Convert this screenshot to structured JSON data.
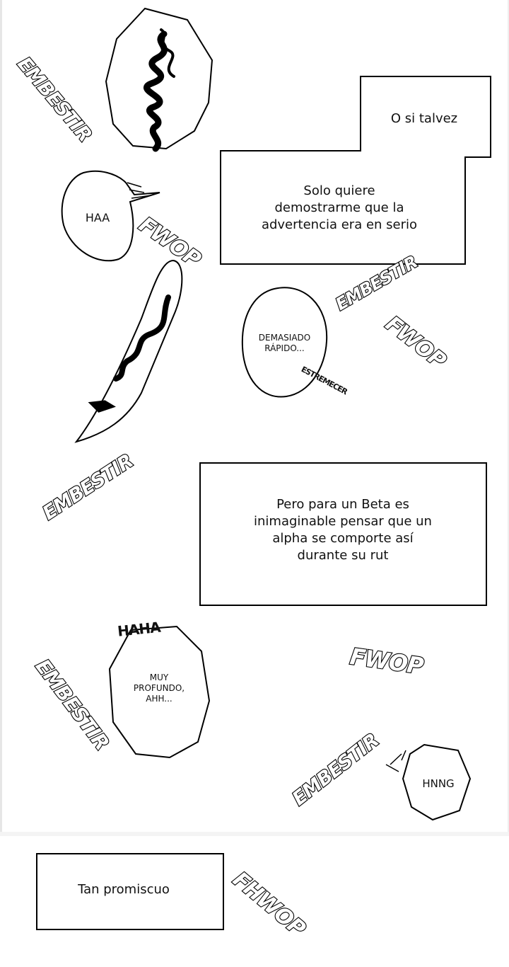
{
  "narration": {
    "talvez": "O si talvez",
    "solo_quiere": [
      "Solo quiere",
      "demostrarme que la",
      "advertencia era en serio"
    ],
    "pero_para": [
      "Pero para un Beta es",
      "inimaginable pensar que un",
      "alpha se comporte así",
      "durante su rut"
    ],
    "tan_promiscuo": "Tan promiscuo"
  },
  "bubbles": {
    "haa": "HAA",
    "demasiado": [
      "DEMASIADO",
      "RÁPIDO..."
    ],
    "muy_profundo": [
      "MUY",
      "PROFUNDO,",
      "AHH..."
    ],
    "hnng": "HNNG"
  },
  "sfx": {
    "embestir": "EMBESTIR",
    "fwop": "FWOP",
    "fhwop": "FHWOP",
    "haha": "HAHA",
    "estremecer": "ESTREMECER"
  }
}
